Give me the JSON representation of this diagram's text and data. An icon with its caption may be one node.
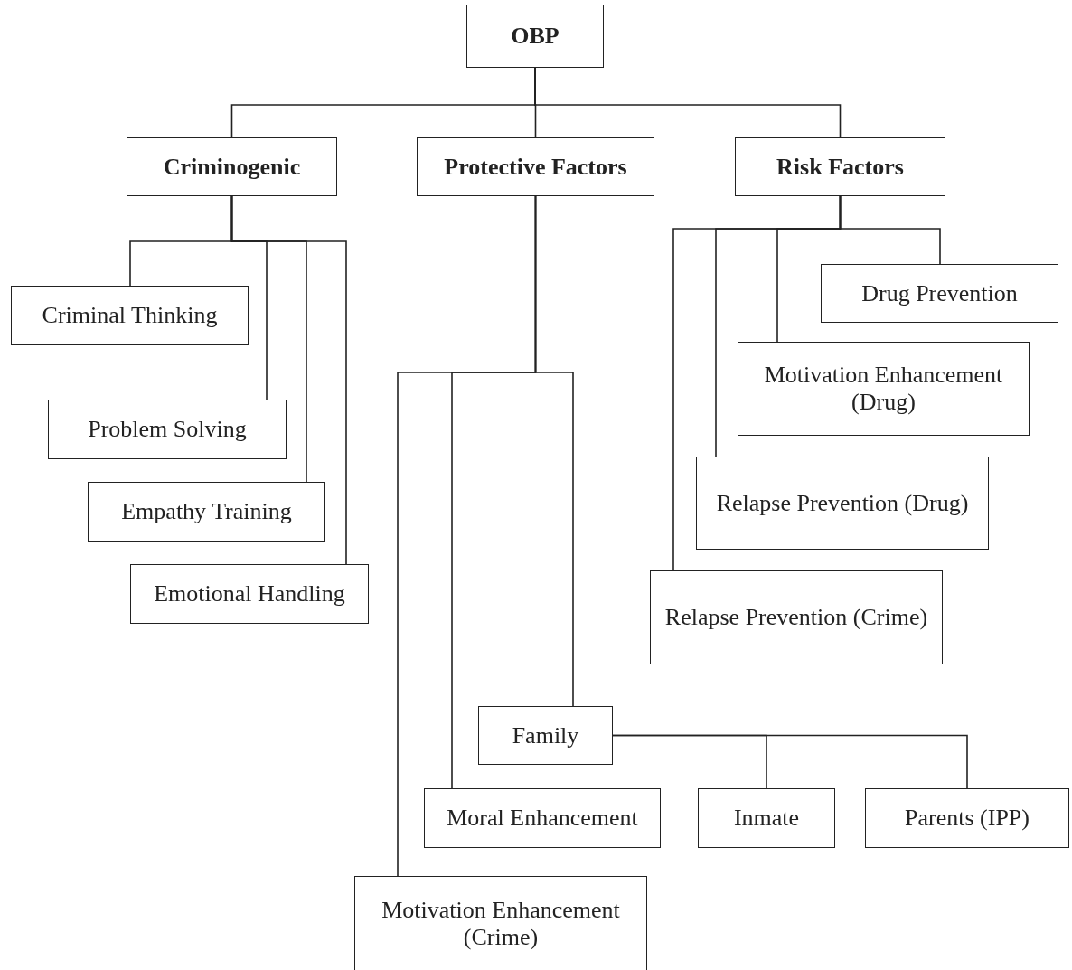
{
  "diagram": {
    "nodes": [
      {
        "text": [
          "OBP"
        ]
      },
      {
        "text": [
          "Criminogenic"
        ]
      },
      {
        "text": [
          "Protective Factors"
        ]
      },
      {
        "text": [
          "Risk Factors"
        ]
      },
      {
        "text": [
          "Criminal Thinking"
        ]
      },
      {
        "text": [
          "Problem Solving"
        ]
      },
      {
        "text": [
          "Empathy Training"
        ]
      },
      {
        "text": [
          "Emotional Handling"
        ]
      },
      {
        "text": [
          "Drug Prevention"
        ]
      },
      {
        "text": [
          "Motivation Enhancement (Drug)"
        ]
      },
      {
        "text": [
          "Relapse Prevention (Drug)"
        ]
      },
      {
        "text": [
          "Relapse Prevention (Crime)"
        ]
      },
      {
        "text": [
          "Family"
        ]
      },
      {
        "text": [
          "Moral Enhancement"
        ]
      },
      {
        "text": [
          "Inmate"
        ]
      },
      {
        "text": [
          "Parents (IPP)"
        ]
      },
      {
        "text": [
          "Motivation Enhancement (Crime)"
        ]
      }
    ],
    "edges": [
      {
        "from": 0,
        "to": 1,
        "arrow": "none"
      },
      {
        "from": 0,
        "to": 2,
        "arrow": "none"
      },
      {
        "from": 0,
        "to": 3,
        "arrow": "none"
      },
      {
        "from": 1,
        "to": 4,
        "arrow": "none"
      },
      {
        "from": 1,
        "to": 5,
        "arrow": "none"
      },
      {
        "from": 1,
        "to": 6,
        "arrow": "none"
      },
      {
        "from": 1,
        "to": 7,
        "arrow": "none"
      },
      {
        "from": 2,
        "to": 16,
        "arrow": "none"
      },
      {
        "from": 2,
        "to": 13,
        "arrow": "none"
      },
      {
        "from": 2,
        "to": 12,
        "arrow": "none"
      },
      {
        "from": 3,
        "to": 11,
        "arrow": "none"
      },
      {
        "from": 3,
        "to": 10,
        "arrow": "none"
      },
      {
        "from": 3,
        "to": 9,
        "arrow": "none"
      },
      {
        "from": 3,
        "to": 8,
        "arrow": "none"
      },
      {
        "from": 12,
        "to": 14,
        "arrow": "none"
      },
      {
        "from": 12,
        "to": 15,
        "arrow": "none"
      }
    ]
  }
}
